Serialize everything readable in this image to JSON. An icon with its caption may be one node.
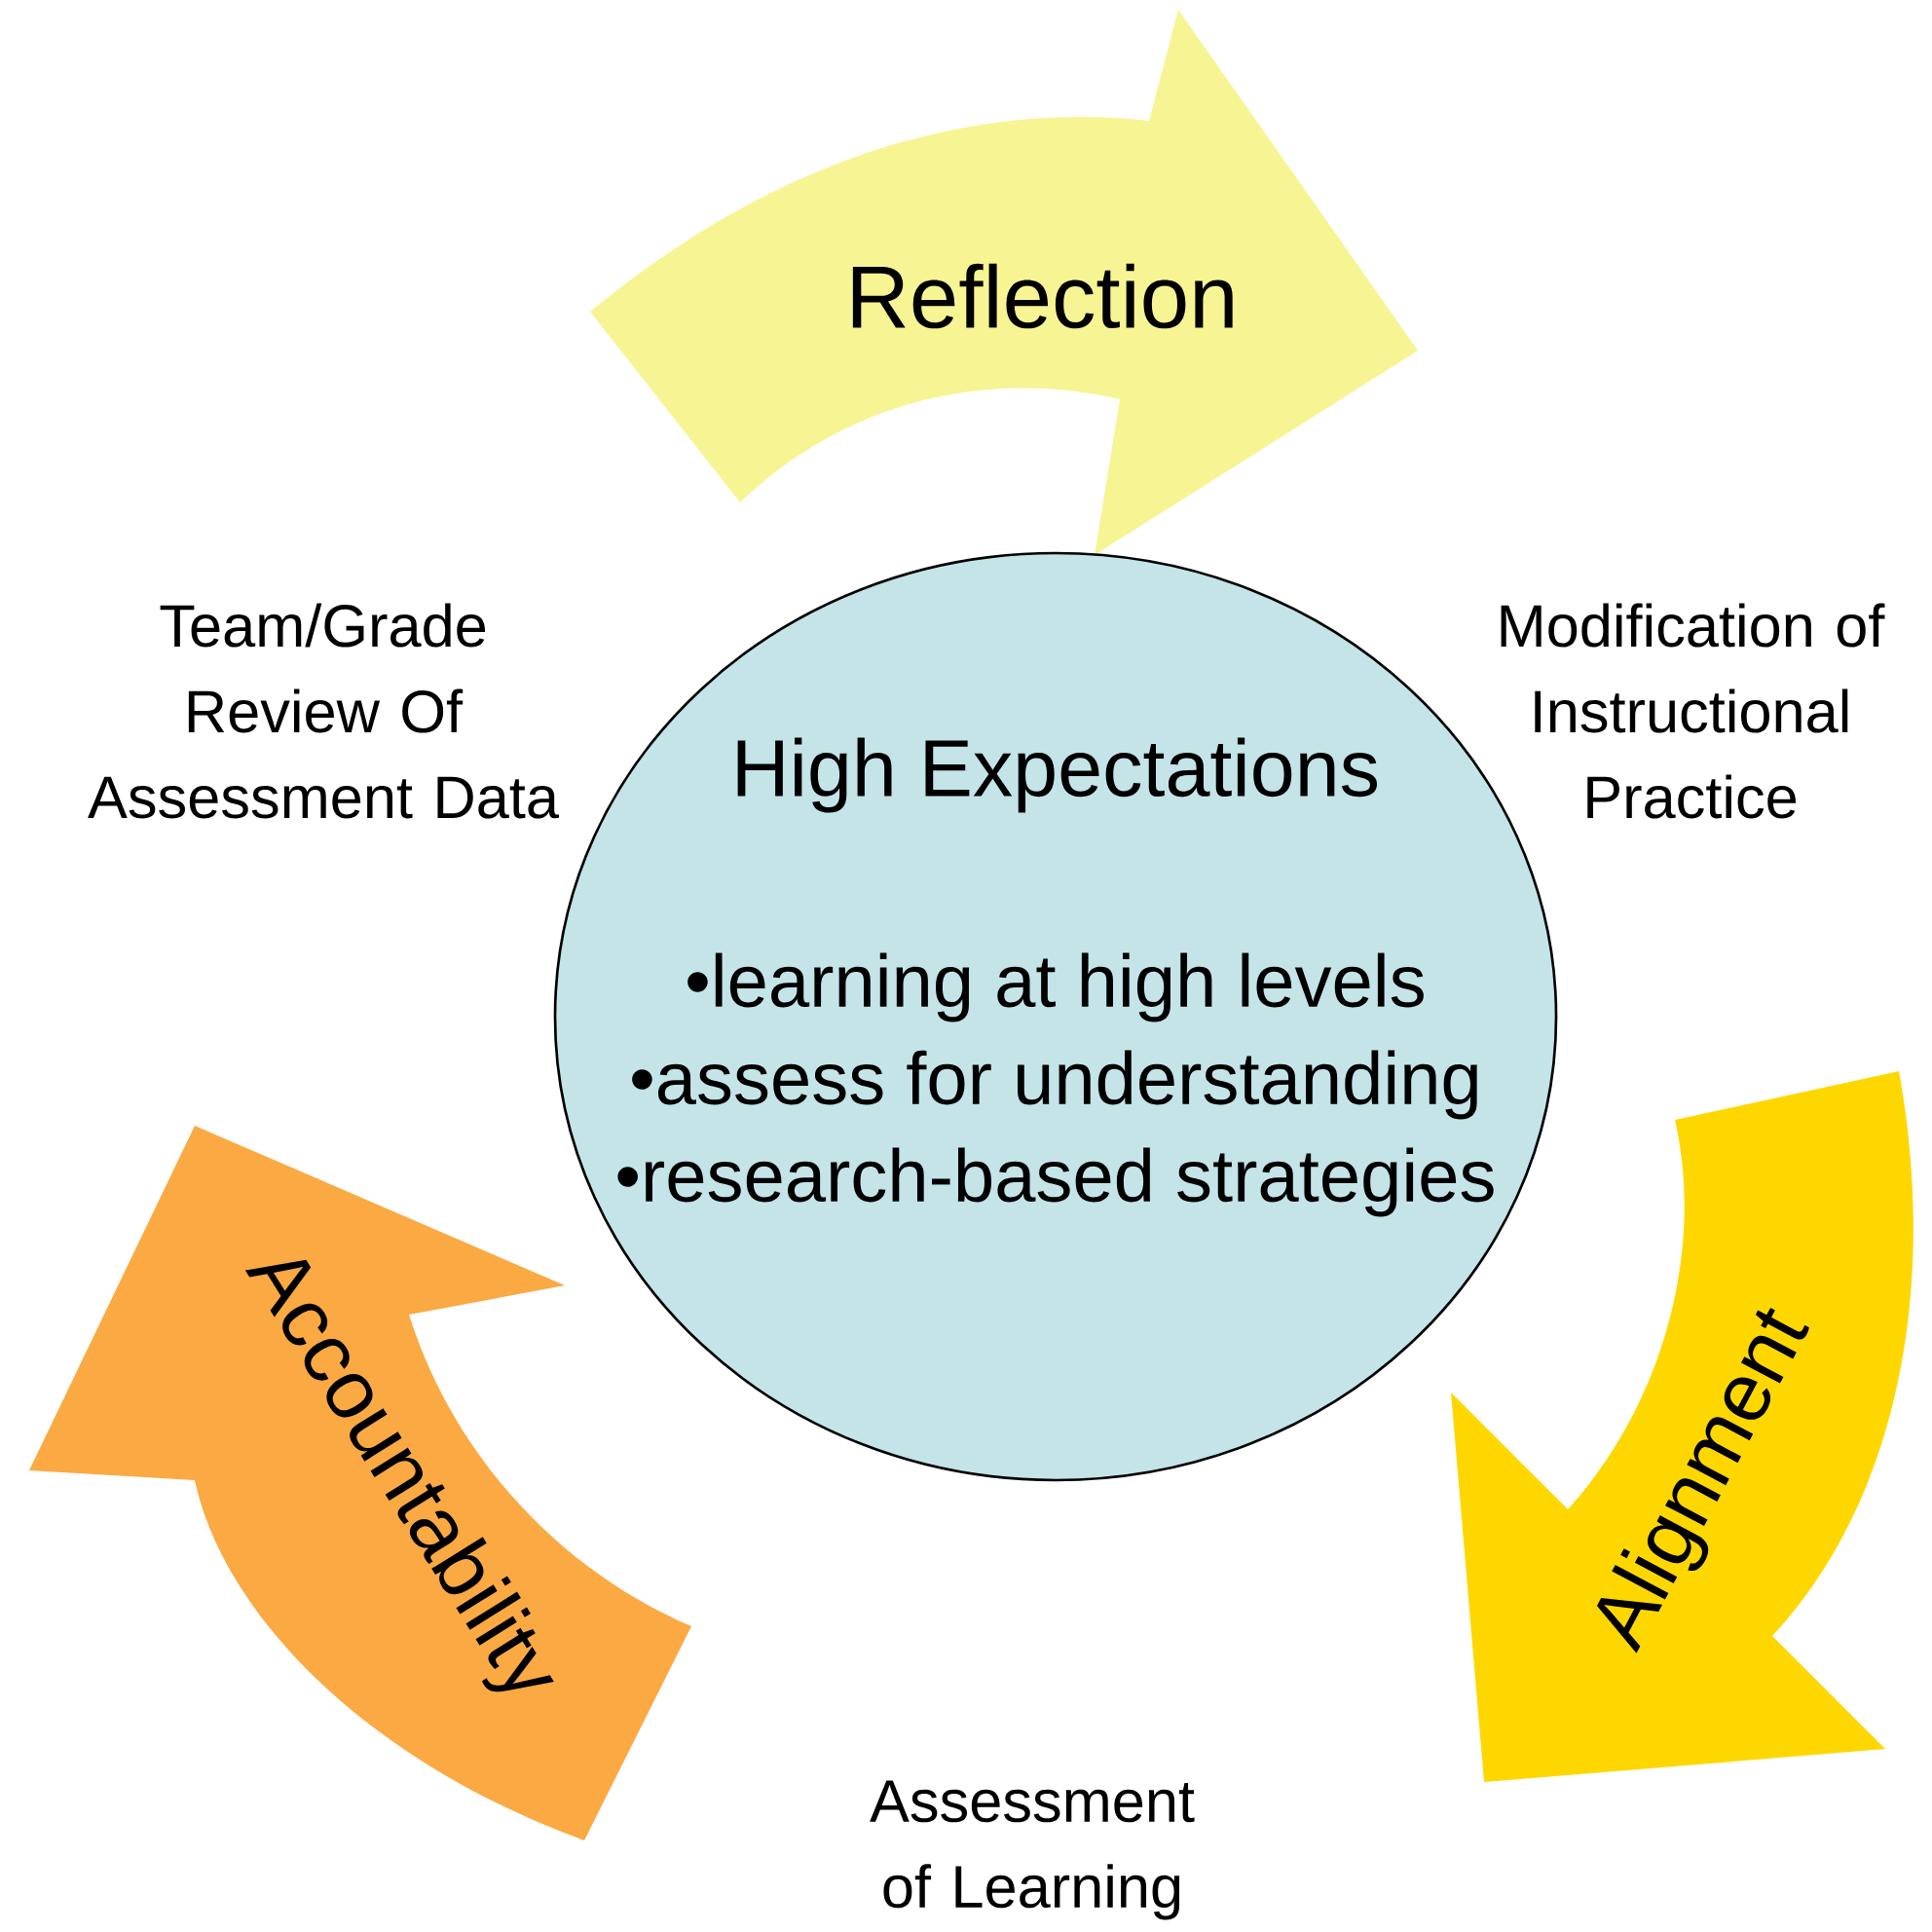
{
  "diagram": {
    "nodes": [
      {
        "text": [
          "Reflection"
        ]
      },
      {
        "text": [
          "High Expectations",
          "•learning at high levels",
          "•assess for understanding",
          "•research-based strategies"
        ]
      },
      {
        "text": [
          "Alignment"
        ]
      },
      {
        "text": [
          "Accountability"
        ]
      }
    ],
    "labels": [
      "Team/Grade Review Of Assessment Data",
      "Modification of Instructional Practice",
      "Assessment of Learning"
    ]
  }
}
